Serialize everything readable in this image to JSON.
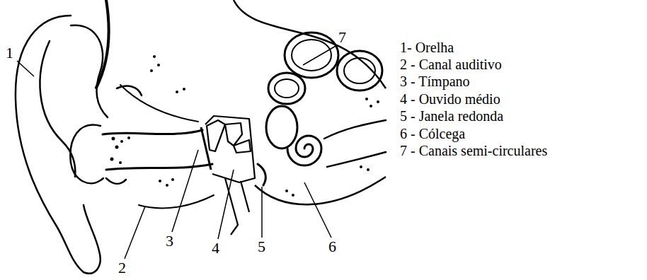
{
  "diagram": {
    "labels": [
      "1",
      "2",
      "3",
      "4",
      "5",
      "6",
      "7",
      "1- Orelha",
      "2 - Canal auditivo",
      "3 - Tímpano",
      "4 - Ouvido médio",
      "5 - Janela redonda",
      "6 - Cólcega",
      "7 - Canais semi-circulares"
    ]
  }
}
